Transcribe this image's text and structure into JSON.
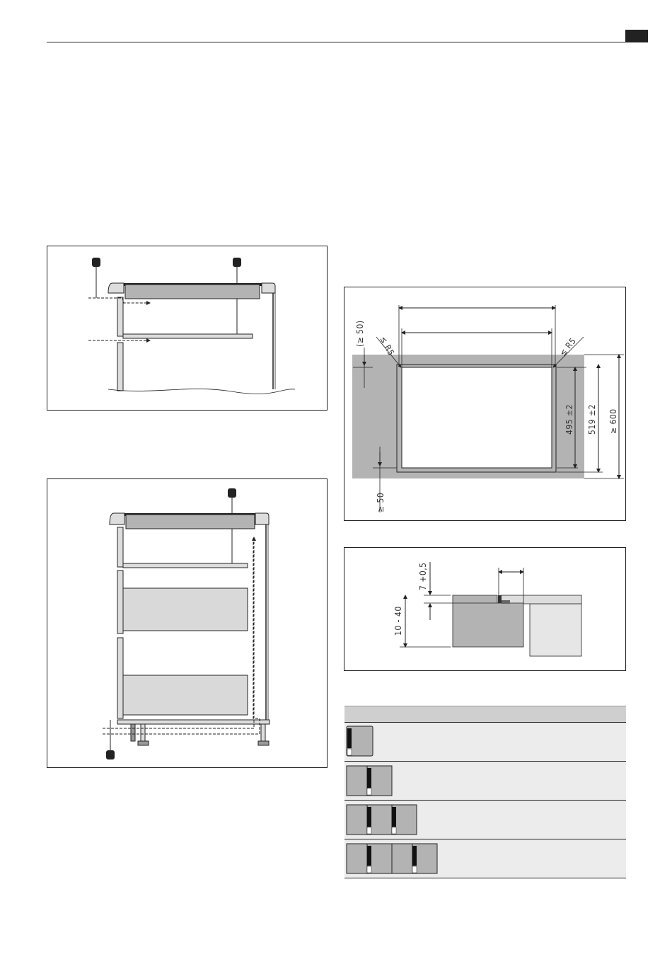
{
  "header": {
    "tab_color": "#222222"
  },
  "figure_dimensions": {
    "r5_left": "≤ R5",
    "r5_right": "≤ R5",
    "gap_top": "(≥ 50)",
    "gap_bottom": "≥ 50",
    "depth_cutout": "495 ±2",
    "depth_outer": "519 ±2",
    "depth_worktop": "≥ 600"
  },
  "figure_section": {
    "rebate_depth": "7 +0,5",
    "worktop_thickness": "10 - 40"
  },
  "combination_table": {
    "rows": [
      {
        "modules": 1
      },
      {
        "modules": 2
      },
      {
        "modules": 3
      },
      {
        "modules": 4
      }
    ]
  },
  "colors": {
    "fill_gray": "#b3b3b3",
    "light_gray": "#d9d9d9",
    "row_bg": "#ececec",
    "head_bg": "#cfcfcf"
  }
}
